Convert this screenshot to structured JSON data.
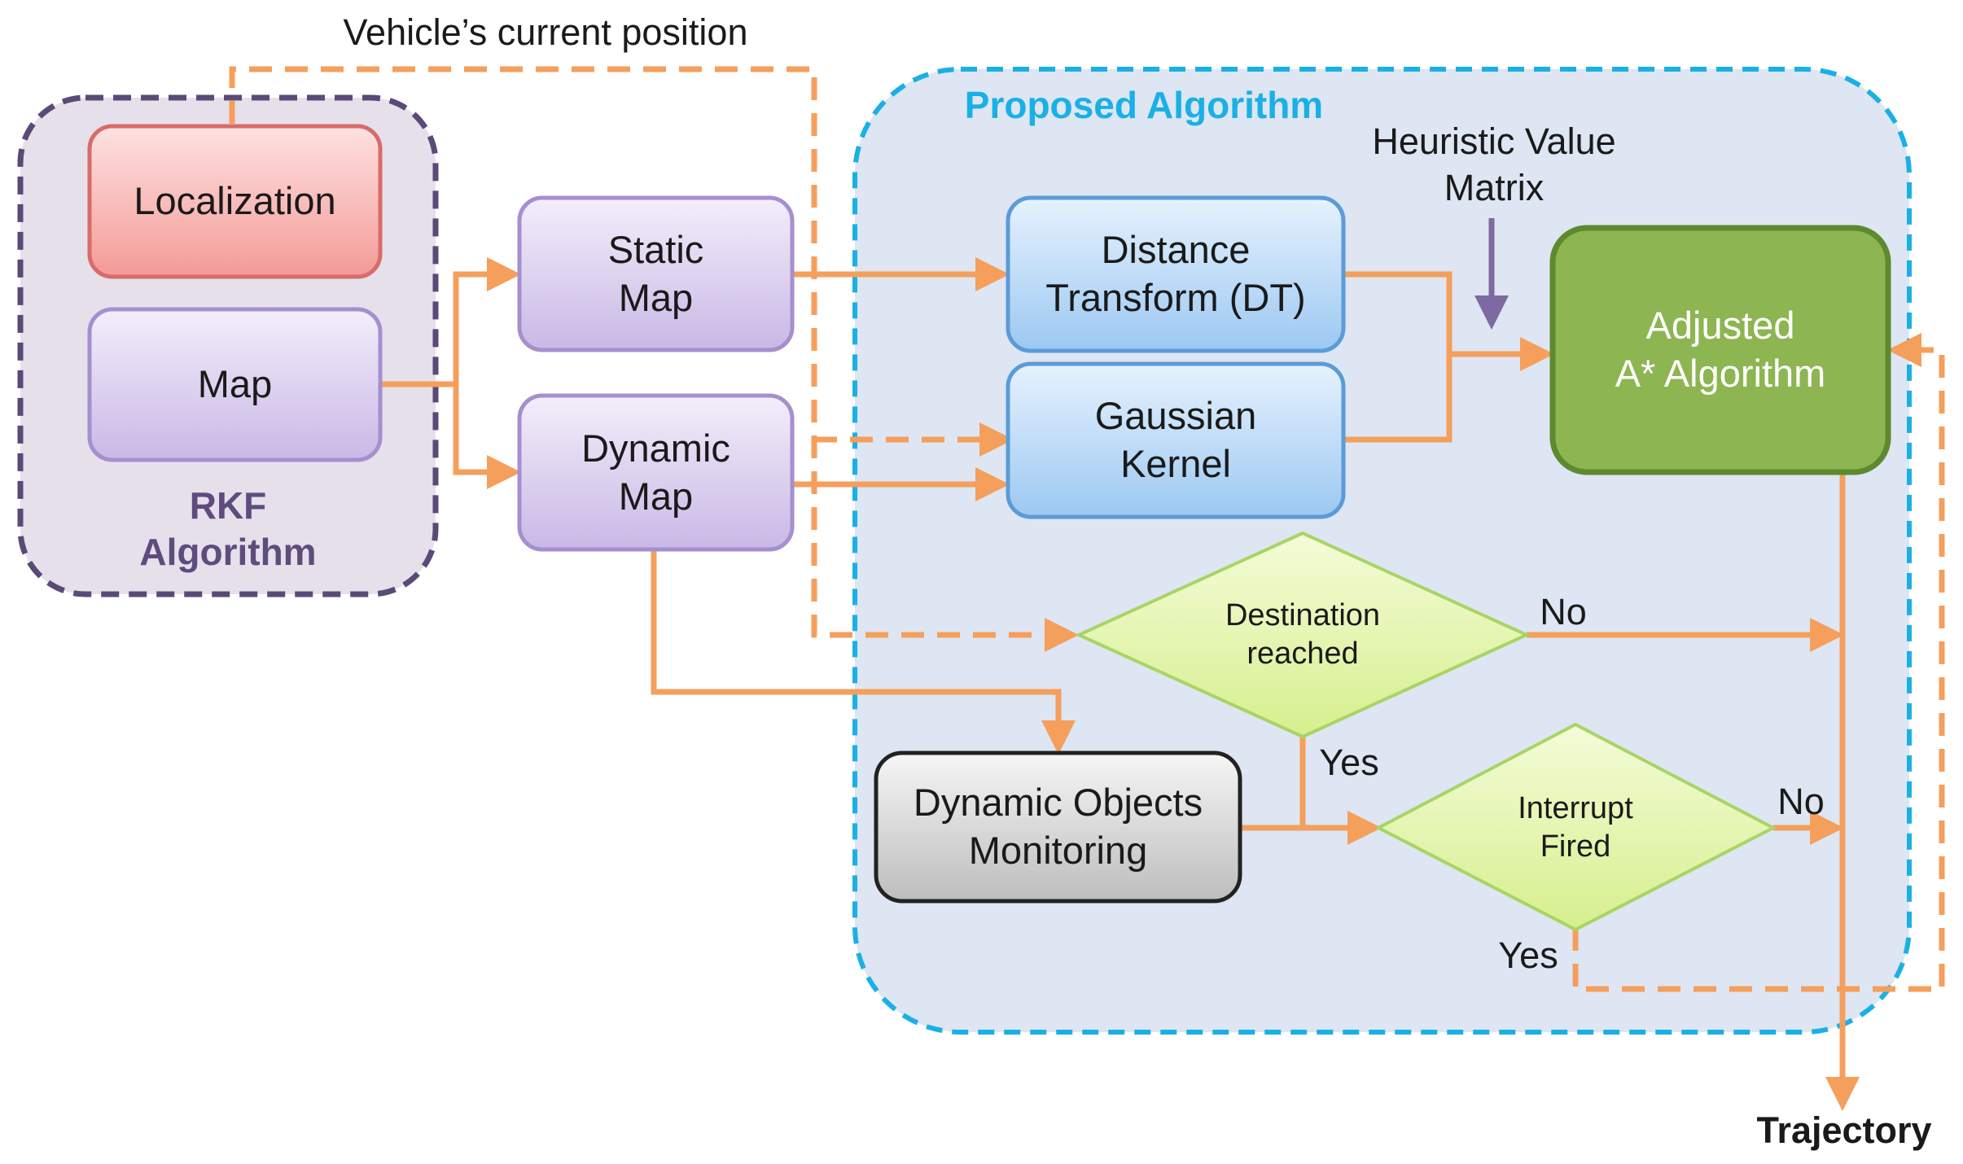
{
  "colors": {
    "arrow": "#f59f5c",
    "rkf_border": "#5a4a78",
    "rkf_fill": "#e5e0ea",
    "rkf_text": "#5f4c7e",
    "proposed_border": "#1ab0e6",
    "proposed_fill": "#dde6f2",
    "proposed_text": "#1ab0e6",
    "localization": "#f7b0ae",
    "map_box": "#ddd2f0",
    "blue_box": "#bfdcf8",
    "green_box": "#8db552",
    "diamond": "#e4f5b0",
    "gray_box": "#d8d8d8",
    "heuristic_arrow": "#7e6aa0"
  },
  "labels": {
    "vehicle_position": "Vehicle’s current position",
    "heuristic": "Heuristic Value\nMatrix",
    "trajectory": "Trajectory",
    "no_destination": "No",
    "yes_destination": "Yes",
    "no_interrupt": "No",
    "yes_interrupt": "Yes"
  },
  "regions": {
    "rkf_title": "RKF\nAlgorithm",
    "proposed_title": "Proposed Algorithm"
  },
  "nodes": {
    "localization": "Localization",
    "map": "Map",
    "static_map": "Static\nMap",
    "dynamic_map": "Dynamic\nMap",
    "distance_transform": "Distance\nTransform (DT)",
    "gaussian_kernel": "Gaussian\nKernel",
    "adjusted_astar": "Adjusted\nA* Algorithm",
    "destination_reached": "Destination\nreached",
    "interrupt_fired": "Interrupt\nFired",
    "dynamic_objects_monitoring": "Dynamic Objects\nMonitoring"
  }
}
